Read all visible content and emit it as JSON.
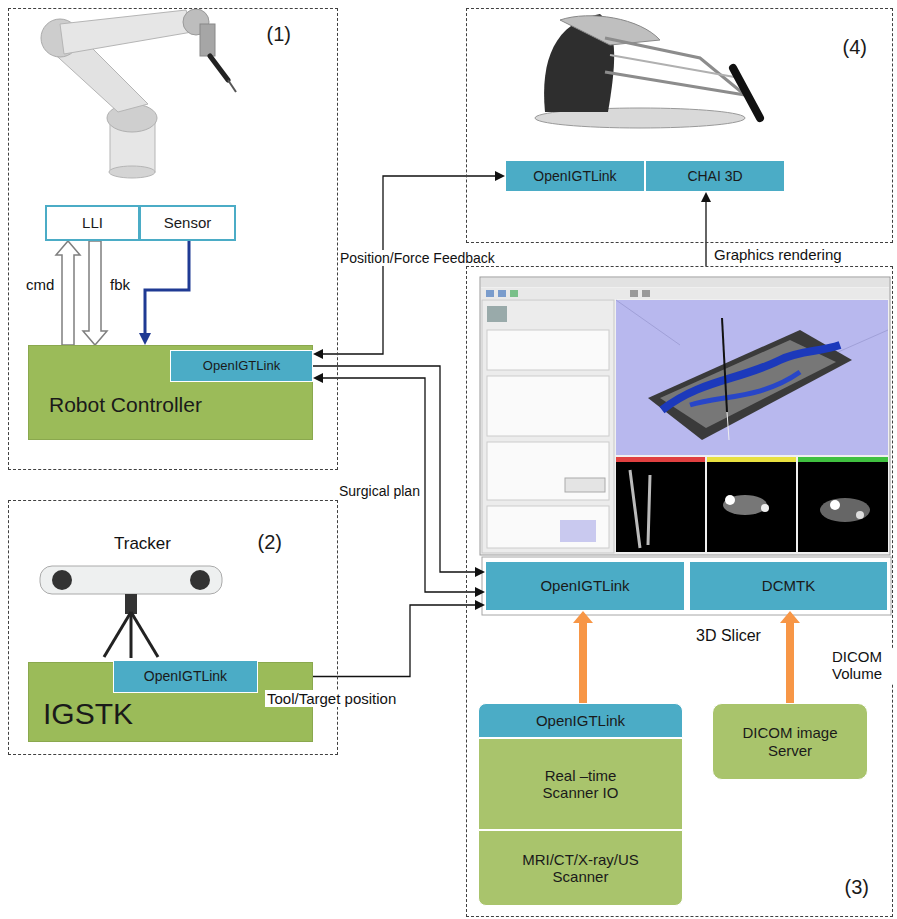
{
  "diagram": {
    "nodes": [
      {
        "text": [
          "(1)"
        ]
      },
      {
        "text": [
          "LLI"
        ],
        "in": 0
      },
      {
        "text": [
          "Sensor"
        ],
        "in": 0
      },
      {
        "text": [
          "Robot Controller"
        ],
        "in": 0
      },
      {
        "text": [
          "OpenIGTLink"
        ],
        "in": 3
      },
      {
        "text": [
          "(2)"
        ]
      },
      {
        "text": [
          "IGSTK"
        ],
        "in": 5
      },
      {
        "text": [
          "OpenIGTLink"
        ],
        "in": 6
      },
      {
        "text": [
          "(4)"
        ]
      },
      {
        "text": [
          "OpenIGTLink"
        ],
        "in": 8
      },
      {
        "text": [
          "CHAI 3D"
        ],
        "in": 8
      },
      {
        "text": [
          "(3)"
        ]
      },
      {
        "text": [
          "OpenIGTLink"
        ],
        "in": 11
      },
      {
        "text": [
          "DCMTK"
        ],
        "in": 11
      },
      {
        "text": [
          "OpenIGTLink"
        ],
        "in": 11
      },
      {
        "text": [
          "Real –time Scanner IO"
        ],
        "in": 11
      },
      {
        "text": [
          "MRI/CT/X-ray/US Scanner"
        ],
        "in": 11
      },
      {
        "text": [
          "DICOM image Server"
        ],
        "in": 11
      }
    ],
    "edges": [
      {
        "from": 3,
        "to": 1,
        "arrow": "to",
        "label": "cmd"
      },
      {
        "from": 1,
        "to": 3,
        "arrow": "to",
        "label": "fbk"
      },
      {
        "from": 2,
        "to": 3,
        "arrow": "to"
      },
      {
        "from": 4,
        "to": 9,
        "arrow": "both",
        "label": "Position/Force Feedback"
      },
      {
        "from": 4,
        "to": 12,
        "arrow": "to"
      },
      {
        "from": 4,
        "to": 12,
        "arrow": "both",
        "label": "Surgical plan"
      },
      {
        "from": 7,
        "to": 12,
        "arrow": "to",
        "label": "Tool/Target position"
      },
      {
        "from": 14,
        "to": 12,
        "arrow": "to"
      },
      {
        "from": 17,
        "to": 13,
        "arrow": "to",
        "label": "DICOM Volume"
      },
      {
        "from": 11,
        "to": 10,
        "arrow": "to",
        "label": "Graphics rendering"
      }
    ],
    "labels": [
      "Tracker",
      "3D Slicer"
    ]
  }
}
